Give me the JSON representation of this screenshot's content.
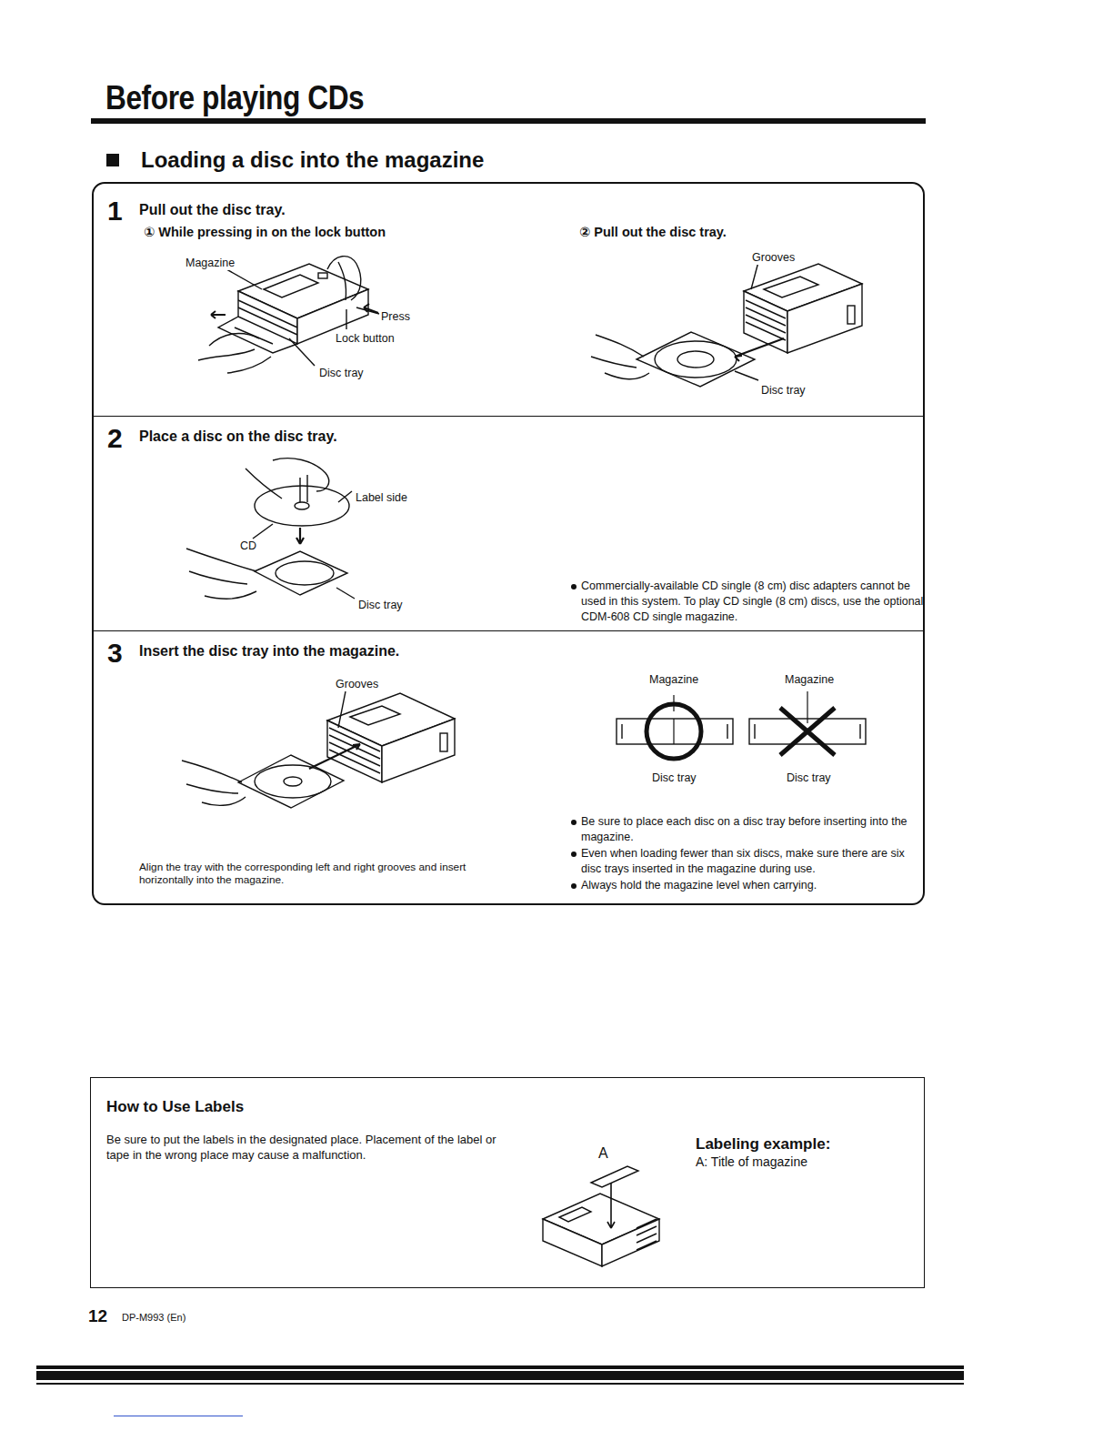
{
  "diagram": {
    "title": "Before playing CDs",
    "nodes": [
      {
        "text": [
          "Loading a disc into the magazine"
        ]
      },
      {
        "text": [
          "1",
          "Pull out the disc tray.",
          "① While pressing in on the lock button",
          "② Pull out the disc tray."
        ],
        "in": 0
      },
      {
        "text": [
          "2",
          "Place a disc on the disc tray.",
          "Commercially-available CD single (8 cm) disc adapters cannot be used in this system. To play CD single (8 cm) discs, use the optional CDM-608 CD single magazine."
        ],
        "in": 0
      },
      {
        "text": [
          "3",
          "Insert the disc tray into the magazine.",
          "Align the tray with the corresponding left and right grooves and insert horizontally into the magazine.",
          "Be sure to place each disc on a disc tray before inserting into the magazine.",
          "Even when loading fewer than six discs, make sure there are six disc trays inserted in the magazine during use.",
          "Always hold the magazine level when carrying."
        ],
        "in": 0
      },
      {
        "text": [
          "How to Use Labels",
          "Be sure to put the labels in the designated place. Placement of the label or tape in the wrong place may cause a malfunction.",
          "Labeling example:",
          "A: Title of magazine"
        ]
      }
    ],
    "labels": [
      "Magazine",
      "Press",
      "Lock button",
      "Disc tray",
      "Grooves",
      "Disc tray",
      "Label side",
      "CD",
      "Disc tray",
      "Grooves",
      "Magazine",
      "Magazine",
      "Disc tray",
      "Disc tray",
      "A",
      "12",
      "DP-M993 (En)"
    ]
  }
}
